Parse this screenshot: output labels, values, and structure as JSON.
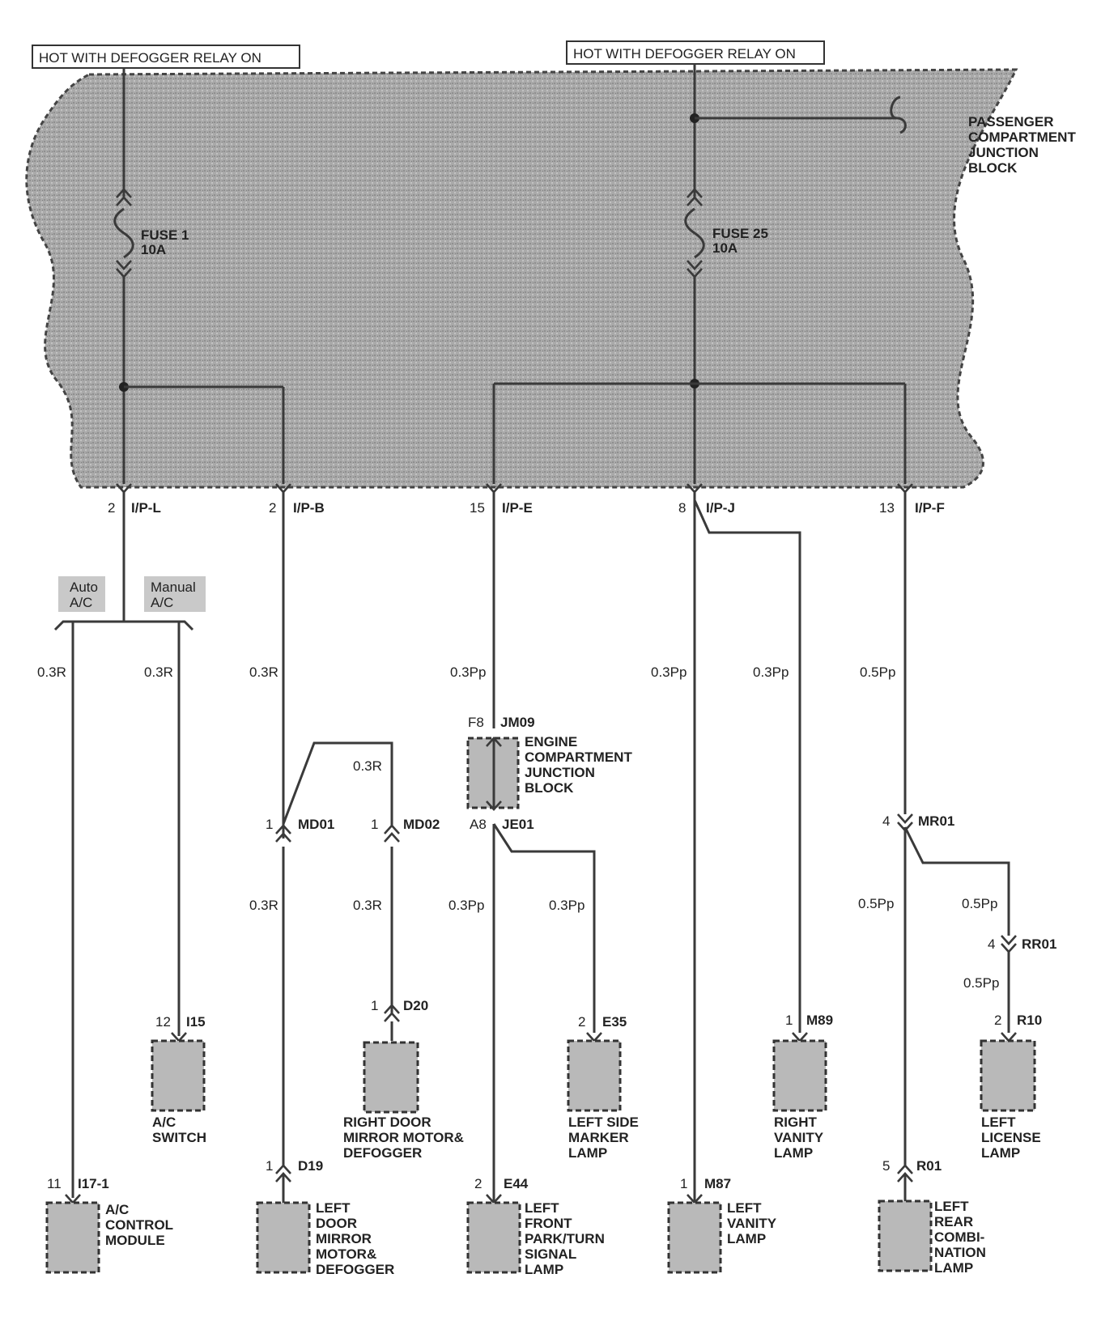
{
  "supply": {
    "left": "HOT WITH DEFOGGER RELAY ON",
    "right": "HOT WITH DEFOGGER RELAY ON"
  },
  "junction_block": "PASSENGER COMPARTMENT JUNCTION BLOCK",
  "fuses": {
    "fuse1": {
      "name": "FUSE 1",
      "rating": "10A"
    },
    "fuse25": {
      "name": "FUSE 25",
      "rating": "10A"
    }
  },
  "connectors": {
    "ipl": {
      "pin": "2",
      "id": "I/P-L"
    },
    "ipb": {
      "pin": "2",
      "id": "I/P-B"
    },
    "ipe": {
      "pin": "15",
      "id": "I/P-E"
    },
    "ipj": {
      "pin": "8",
      "id": "I/P-J"
    },
    "ipf": {
      "pin": "13",
      "id": "I/P-F"
    },
    "jm09": {
      "pin": "F8",
      "id": "JM09"
    },
    "je01": {
      "pin": "A8",
      "id": "JE01"
    },
    "md01": {
      "pin": "1",
      "id": "MD01"
    },
    "md02": {
      "pin": "1",
      "id": "MD02"
    },
    "mr01": {
      "pin": "4",
      "id": "MR01"
    },
    "rr01": {
      "pin": "4",
      "id": "RR01"
    },
    "d20": {
      "pin": "1",
      "id": "D20"
    },
    "d19": {
      "pin": "1",
      "id": "D19"
    },
    "i15": {
      "pin": "12",
      "id": "I15"
    },
    "i17": {
      "pin": "11",
      "id": "I17-1"
    },
    "e35": {
      "pin": "2",
      "id": "E35"
    },
    "e44": {
      "pin": "2",
      "id": "E44"
    },
    "m89": {
      "pin": "1",
      "id": "M89"
    },
    "m87": {
      "pin": "1",
      "id": "M87"
    },
    "r10": {
      "pin": "2",
      "id": "R10"
    },
    "r01": {
      "pin": "5",
      "id": "R01"
    }
  },
  "options": {
    "auto": [
      "Auto",
      "A/C"
    ],
    "manual": [
      "Manual",
      "A/C"
    ]
  },
  "wire_labels": {
    "auto_ac": "0.3R",
    "manual_ac": "0.3R",
    "ipb_upper": "0.3R",
    "md_jumper": "0.3R",
    "ipb_lower": "0.3R",
    "md02_lower": "0.3R",
    "ipe_upper": "0.3Pp",
    "je01_lower": "0.3Pp",
    "e35_branch": "0.3Pp",
    "ipj_main": "0.3Pp",
    "ipj_branch": "0.3Pp",
    "ipf_upper": "0.5Pp",
    "mr01_lower": "0.5Pp",
    "mr01_branch": "0.5Pp",
    "rr01_lower": "0.5Pp"
  },
  "components": {
    "ac_switch": [
      "A/C",
      "SWITCH"
    ],
    "ac_module": [
      "A/C",
      "CONTROL",
      "MODULE"
    ],
    "right_mirror": [
      "RIGHT DOOR",
      "MIRROR MOTOR&",
      "DEFOGGER"
    ],
    "left_mirror": [
      "LEFT",
      "DOOR",
      "MIRROR",
      "MOTOR&",
      "DEFOGGER"
    ],
    "engine_jb": [
      "ENGINE",
      "COMPARTMENT",
      "JUNCTION",
      "BLOCK"
    ],
    "left_side_marker": [
      "LEFT SIDE",
      "MARKER",
      "LAMP"
    ],
    "left_front_park": [
      "LEFT",
      "FRONT",
      "PARK/TURN",
      "SIGNAL",
      "LAMP"
    ],
    "right_vanity": [
      "RIGHT",
      "VANITY",
      "LAMP"
    ],
    "left_vanity": [
      "LEFT",
      "VANITY",
      "LAMP"
    ],
    "left_license": [
      "LEFT",
      "LICENSE",
      "LAMP"
    ],
    "left_rear_combi": [
      "LEFT",
      "REAR",
      "COMBI-",
      "NATION",
      "LAMP"
    ]
  }
}
